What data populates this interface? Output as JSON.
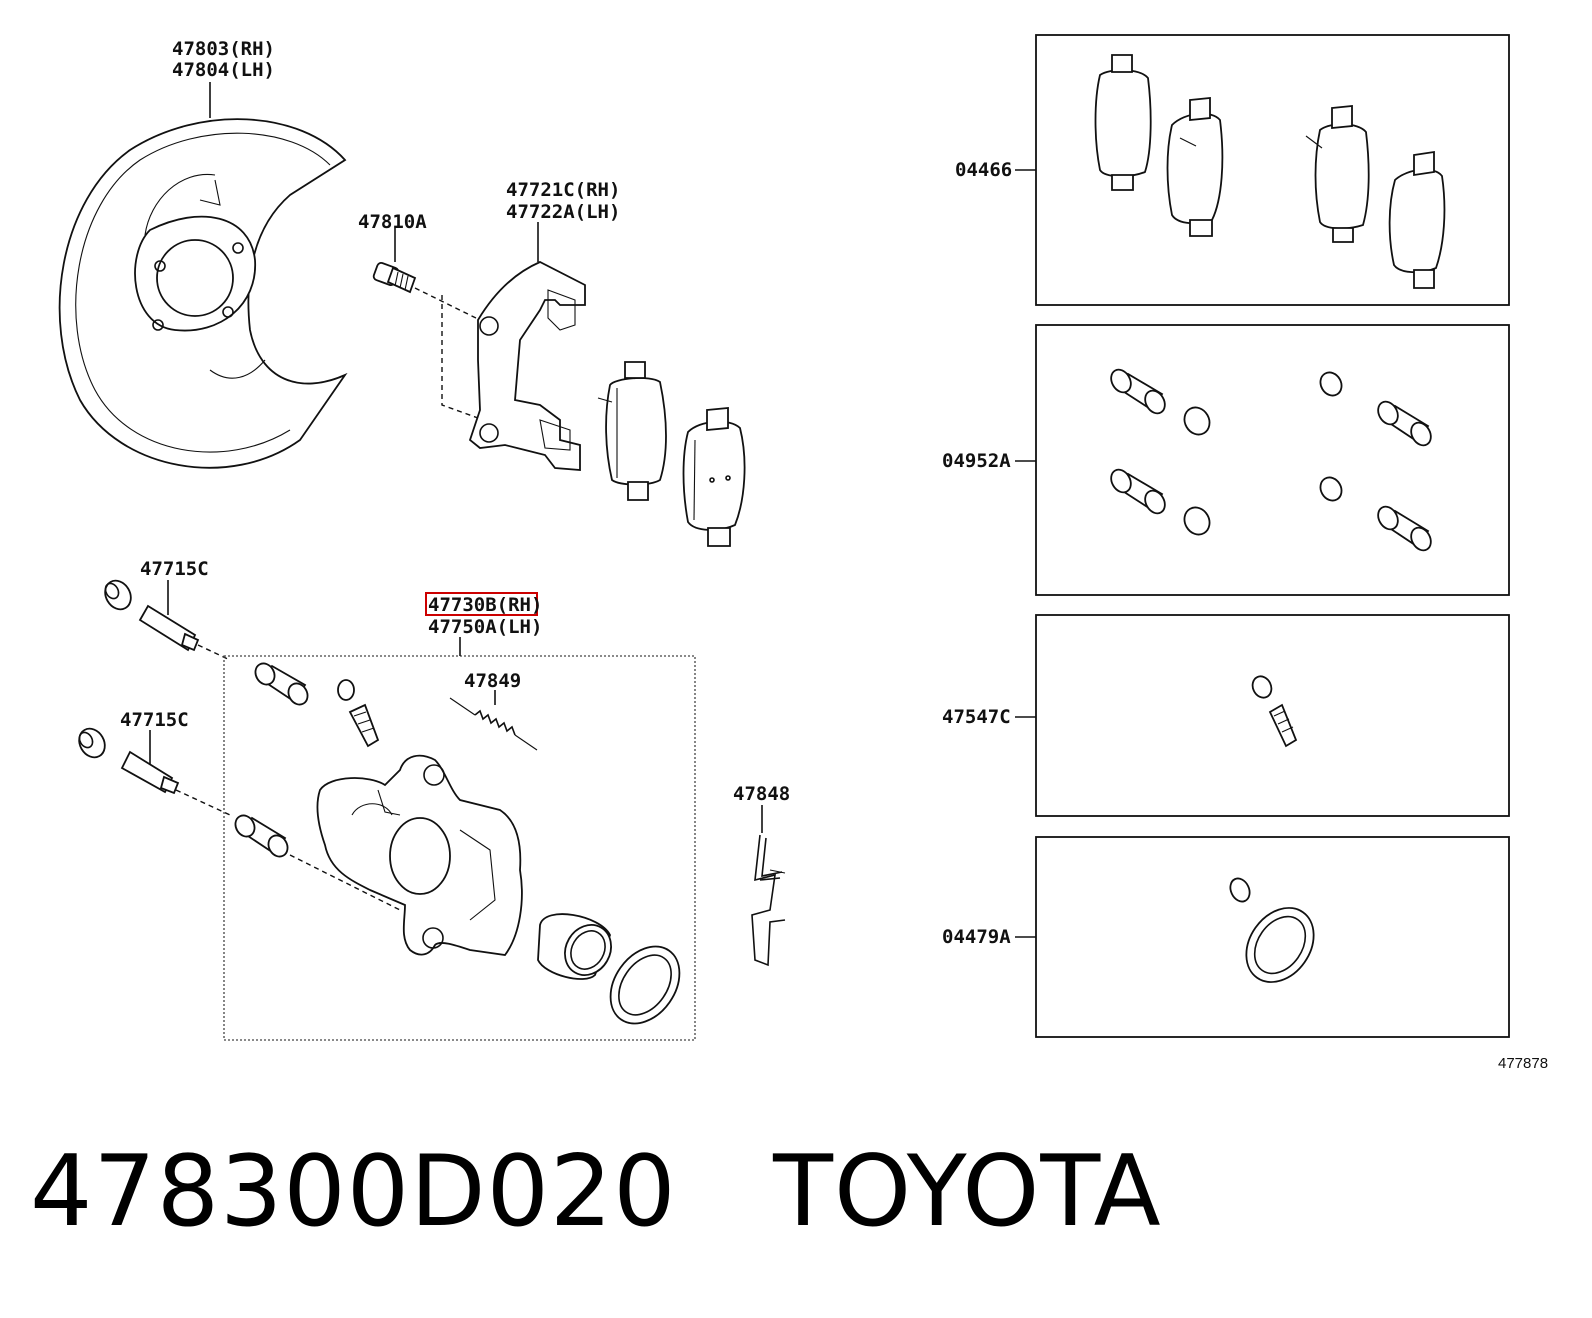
{
  "labels": {
    "backing_plate": [
      "47803(RH)",
      "47804(LH)"
    ],
    "bolt": "47810A",
    "mounting": [
      "47721C(RH)",
      "47722A(LH)"
    ],
    "slide_pin_upper": "47715C",
    "slide_pin_lower": "47715C",
    "caliper_rh": "47730B(RH)",
    "caliper_lh": "47750A(LH)",
    "spring": "47849",
    "clip": "47848",
    "pad_kit": "04466",
    "boot_kit": "04952A",
    "bleeder_kit": "47547C",
    "cylinder_kit": "04479A",
    "figure_ref": "477878"
  },
  "highlight_color": "#cc0000",
  "caption": {
    "part_number": "478300D020",
    "brand": "TOYOTA"
  }
}
